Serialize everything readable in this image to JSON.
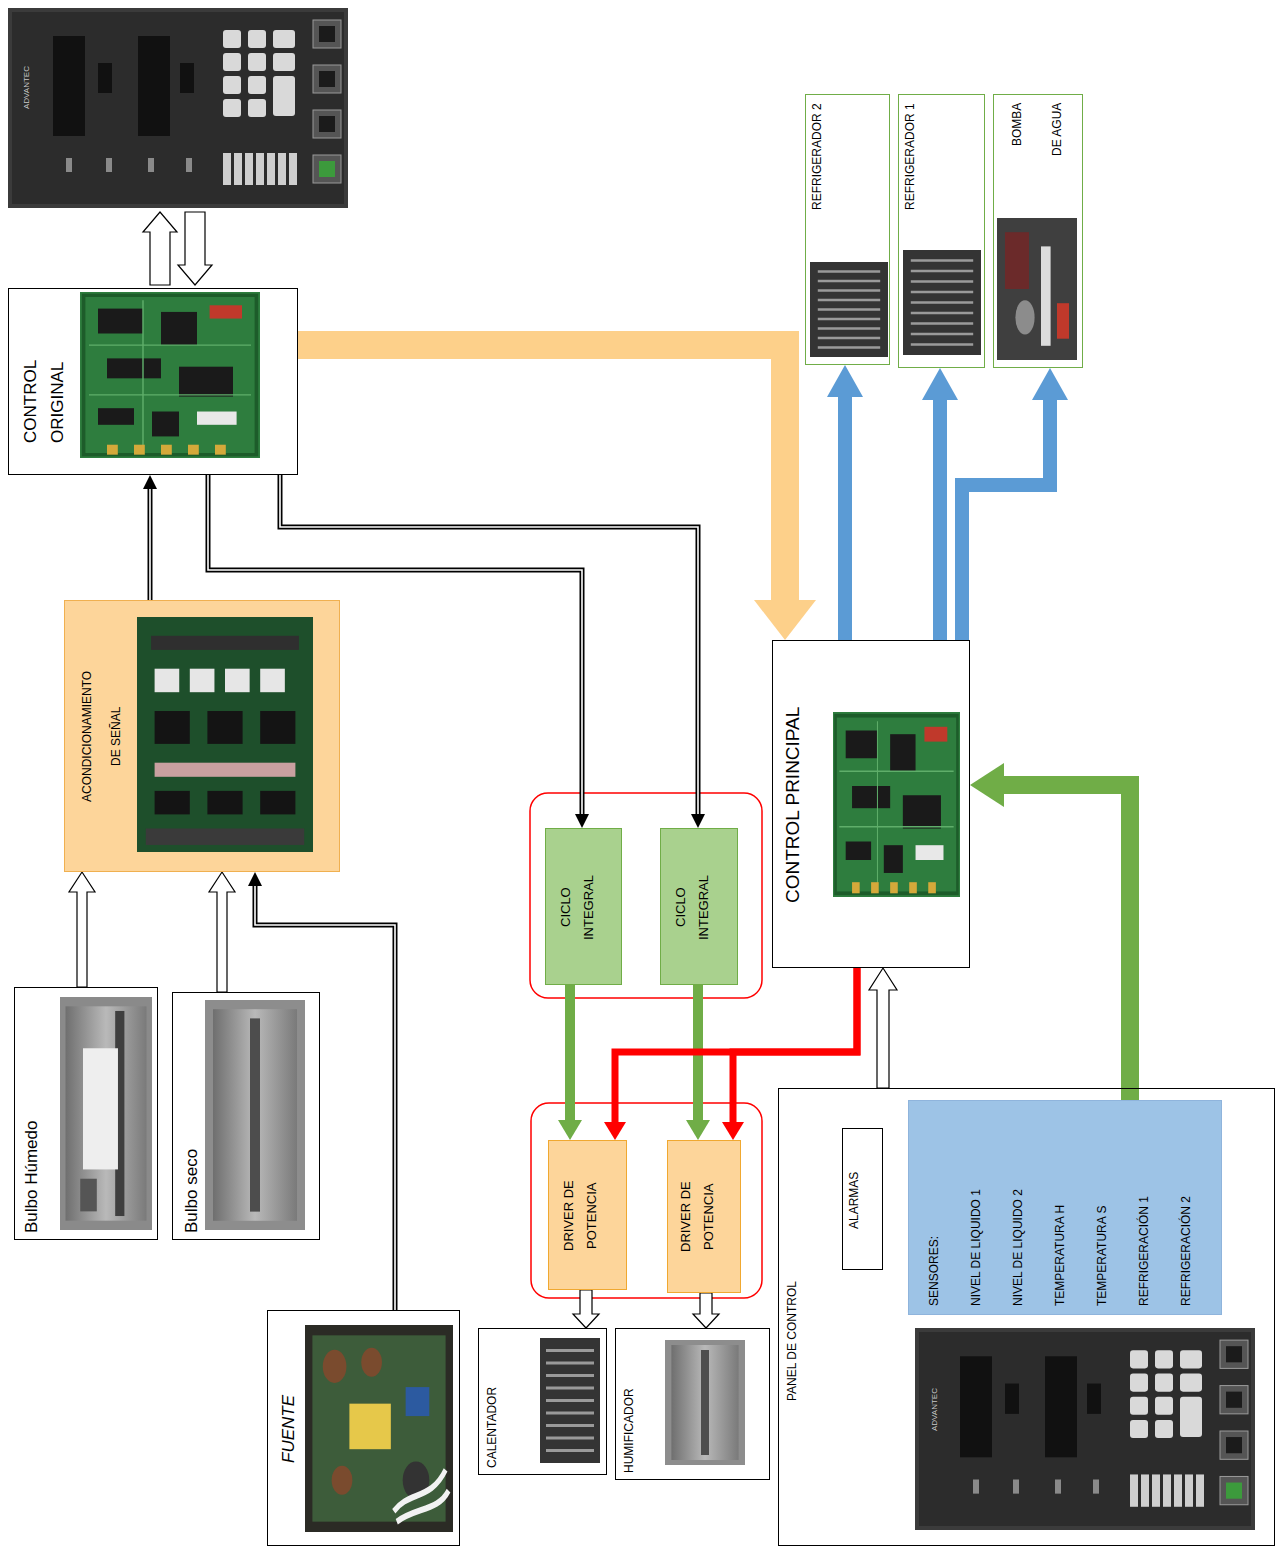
{
  "diagram": {
    "nodes": [
      {
        "text": [
          "Bulbo Húmedo"
        ]
      },
      {
        "text": [
          "Bulbo seco"
        ]
      },
      {
        "text": [
          "FUENTE"
        ]
      },
      {
        "text": [
          "ACONDICIONAMIENTO DE SEÑAL"
        ]
      },
      {
        "text": [
          "CONTROL ORIGINAL"
        ]
      },
      {
        "text": [
          "CICLO INTEGRAL"
        ]
      },
      {
        "text": [
          "CICLO INTEGRAL"
        ]
      },
      {
        "text": [
          "DRIVER DE POTENCIA"
        ]
      },
      {
        "text": [
          "DRIVER DE POTENCIA"
        ]
      },
      {
        "text": [
          "CALENTADOR"
        ]
      },
      {
        "text": [
          "HUMIFICADOR"
        ]
      },
      {
        "text": [
          "CONTROL PRINCIPAL"
        ]
      },
      {
        "text": [
          "REFRIGERADOR 2"
        ]
      },
      {
        "text": [
          "REFRIGERADOR 1"
        ]
      },
      {
        "text": [
          "BOMBA DE AGUA"
        ]
      },
      {
        "text": [
          "PANEL DE CONTROL"
        ]
      },
      {
        "text": [
          "ALARMAS"
        ],
        "in": 15
      },
      {
        "text": [
          "SENSORES:",
          "NIVEL DE LIQUIDO 1",
          "NIVEL DE LIQUIDO 2",
          "TEMPERATURA H",
          "TEMPERATURA S",
          "REFRIGERACIÓN 1",
          "REFRIGERACIÓN 2"
        ],
        "in": 15
      }
    ],
    "edges": [
      {
        "from": 0,
        "to": 3,
        "arrow": "to"
      },
      {
        "from": 1,
        "to": 3,
        "arrow": "to"
      },
      {
        "from": 2,
        "to": 3,
        "arrow": "to"
      },
      {
        "from": 3,
        "to": 4,
        "arrow": "to"
      },
      {
        "from": 4,
        "to": 5,
        "arrow": "to"
      },
      {
        "from": 4,
        "to": 6,
        "arrow": "to"
      },
      {
        "from": 4,
        "to": 11,
        "arrow": "to"
      },
      {
        "from": 5,
        "to": 7,
        "arrow": "to"
      },
      {
        "from": 6,
        "to": 8,
        "arrow": "to"
      },
      {
        "from": 11,
        "to": 7,
        "arrow": "to"
      },
      {
        "from": 11,
        "to": 8,
        "arrow": "to"
      },
      {
        "from": 7,
        "to": 9,
        "arrow": "to"
      },
      {
        "from": 8,
        "to": 10,
        "arrow": "to"
      },
      {
        "from": 11,
        "to": 12,
        "arrow": "to"
      },
      {
        "from": 11,
        "to": 13,
        "arrow": "to"
      },
      {
        "from": 11,
        "to": 14,
        "arrow": "to"
      },
      {
        "from": 15,
        "to": 11,
        "arrow": "to"
      },
      {
        "from": 17,
        "to": 11,
        "arrow": "to"
      }
    ],
    "labels": [
      "ADVANTEC",
      "ADVANTEC"
    ]
  }
}
